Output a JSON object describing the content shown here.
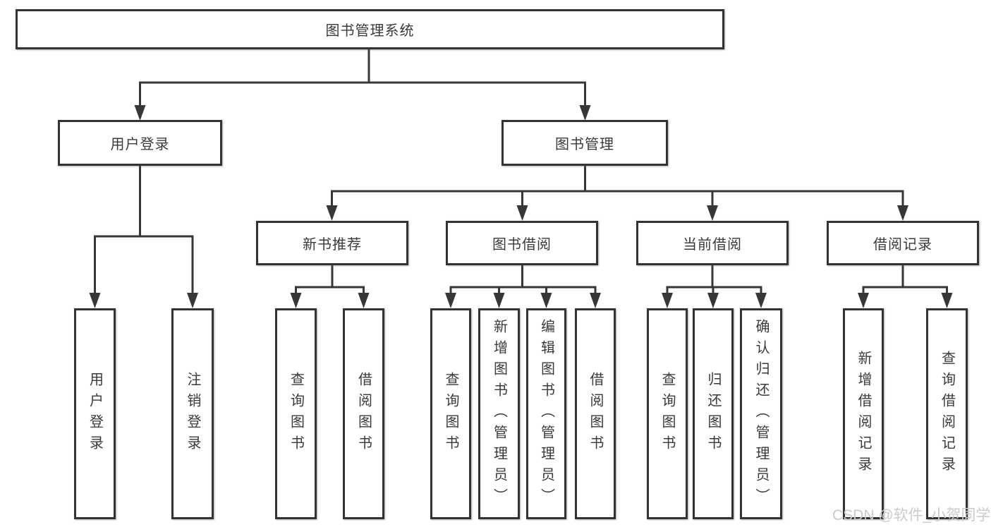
{
  "colors": {
    "background": "#ffffff",
    "line": "#373737",
    "box_border": "#333333",
    "box_fill": "#ffffff",
    "text": "#3a3a3a",
    "watermark": "#cbcbcb"
  },
  "watermark": {
    "text": "CSDN @软件_小贺同学"
  },
  "tree": {
    "label": "图书管理系统",
    "children": [
      {
        "label": "用户登录",
        "children": [
          {
            "label": "用户登录"
          },
          {
            "label": "注销登录"
          }
        ]
      },
      {
        "label": "图书管理",
        "children": [
          {
            "label": "新书推荐",
            "children": [
              {
                "label": "查询图书"
              },
              {
                "label": "借阅图书"
              }
            ]
          },
          {
            "label": "图书借阅",
            "children": [
              {
                "label": "查询图书"
              },
              {
                "label": "新增图书（管理员）"
              },
              {
                "label": "编辑图书（管理员）"
              },
              {
                "label": "借阅图书"
              }
            ]
          },
          {
            "label": "当前借阅",
            "children": [
              {
                "label": "查询图书"
              },
              {
                "label": "归还图书"
              },
              {
                "label": "确认归还（管理员）"
              }
            ]
          },
          {
            "label": "借阅记录",
            "children": [
              {
                "label": "新增借阅记录"
              },
              {
                "label": "查询借阅记录"
              }
            ]
          }
        ]
      }
    ]
  }
}
